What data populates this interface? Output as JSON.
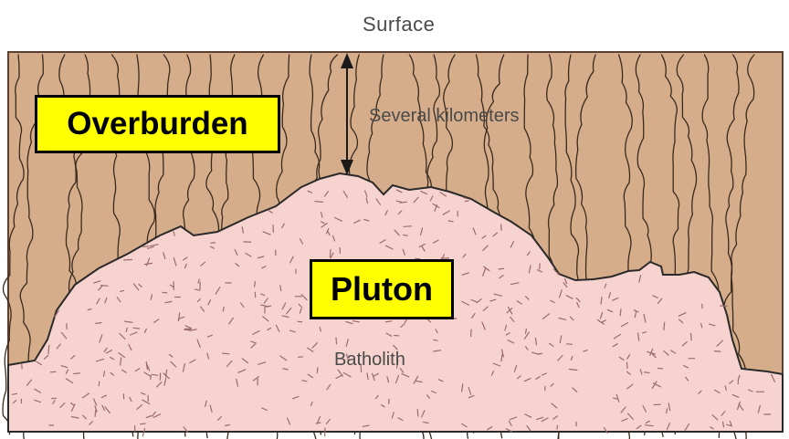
{
  "labels": {
    "surface": "Surface",
    "depth": "Several kilometers",
    "batholith": "Batholith"
  },
  "callouts": {
    "overburden": "Overburden",
    "pluton": "Pluton"
  },
  "colors": {
    "overburden_fill": "#d6ad8a",
    "pluton_fill": "#f7d3d0",
    "callout_fill": "#ffff00",
    "line": "#3a2a1e"
  }
}
